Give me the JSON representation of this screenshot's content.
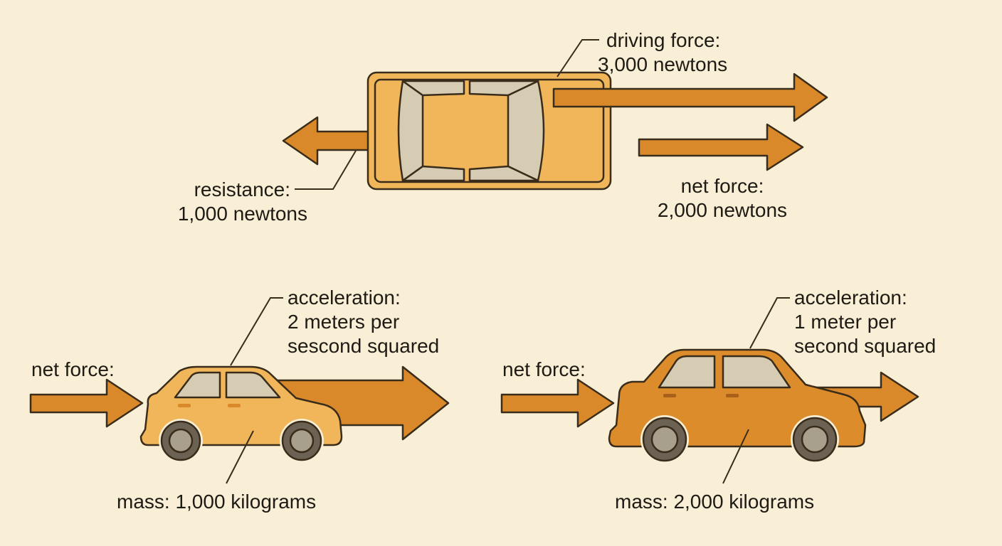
{
  "top_scene": {
    "driving_force": {
      "line1": "driving force:",
      "line2": "3,000 newtons"
    },
    "resistance": {
      "line1": "resistance:",
      "line2": "1,000 newtons"
    },
    "net_force": {
      "line1": "net force:",
      "line2": "2,000 newtons"
    }
  },
  "left_scene": {
    "net_force_label": "net force:",
    "acceleration": {
      "line1": "acceleration:",
      "line2": "2 meters per",
      "line3": "sescond squared"
    },
    "mass": "mass: 1,000 kilograms"
  },
  "right_scene": {
    "net_force_label": "net force:",
    "acceleration": {
      "line1": "acceleration:",
      "line2": "1 meter per",
      "line3": "second squared"
    },
    "mass": "mass: 2,000 kilograms"
  },
  "colors": {
    "background": "#f8efd6",
    "arrow": "#d9892a",
    "light_car": "#f1b65a",
    "dark_car": "#dd8c2c",
    "window": "#d6cbb3",
    "outline": "#3a2c1a"
  }
}
